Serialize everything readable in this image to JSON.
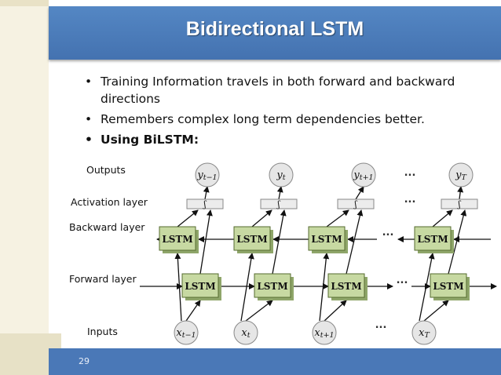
{
  "slide": {
    "title": "Bidirectional LSTM",
    "page_number": "29"
  },
  "bullets": [
    {
      "text": "Training Information travels in both forward and backward directions",
      "bold": false
    },
    {
      "text": "Remembers complex long term dependencies better.",
      "bold": false
    },
    {
      "text": "Using BiLSTM:",
      "bold": true
    }
  ],
  "diagram": {
    "row_labels": {
      "outputs": "Outputs",
      "activation": "Activation layer",
      "backward": "Backward layer",
      "forward": "Forward layer",
      "inputs": "Inputs"
    },
    "cell_label": "LSTM",
    "activation_symbol": "ʃ",
    "ellipsis": "···",
    "columns": [
      {
        "output": "y_{t−1}",
        "input": "x_{t−1}"
      },
      {
        "output": "y_t",
        "input": "x_t"
      },
      {
        "output": "y_{t+1}",
        "input": "x_{t+1}"
      },
      {
        "output": "y_T",
        "input": "x_T"
      }
    ],
    "colors": {
      "cell_fill": "#c7d9a2",
      "cell_shadow": "#8fa66a",
      "circle_fill": "#e6e6e6",
      "activation_fill": "#ececec"
    }
  }
}
